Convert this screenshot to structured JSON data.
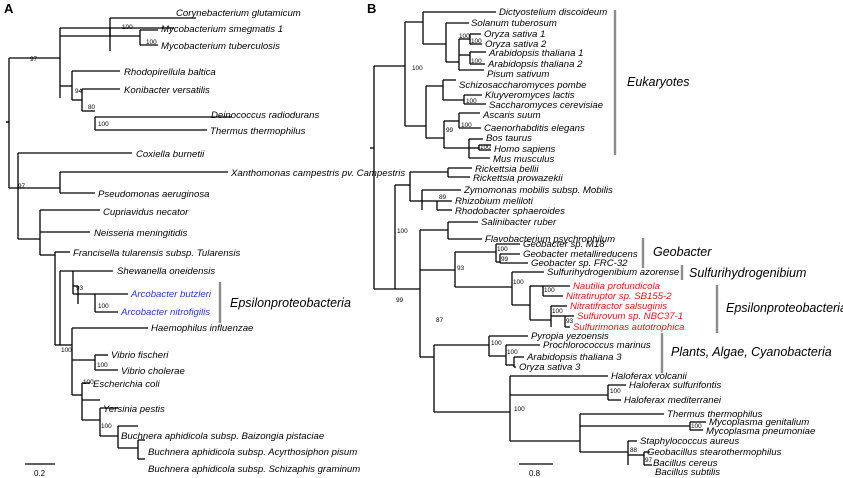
{
  "panels": {
    "a": {
      "label": "A",
      "scale_label": "0.2",
      "group": "Epsilonproteobacteria",
      "taxa": [
        "Corynebacterium glutamicum",
        "Mycobacterium smegmatis 1",
        "Mycobacterium tuberculosis",
        "Rhodopirellula baltica",
        "Konibacter versatilis",
        "Deinococcus radiodurans",
        "Thermus thermophilus",
        "Coxiella burnetii",
        "Xanthomonas campestris pv. Campestris",
        "Pseudomonas aeruginosa",
        "Cupriavidus necator",
        "Neisseria meningitidis",
        "Francisella tularensis subsp. Tularensis",
        "Shewanella oneidensis",
        "Arcobacter butzleri",
        "Arcobacter nitrofigilis",
        "Haemophilus influenzae",
        "Vibrio fischeri",
        "Vibrio cholerae",
        "Escherichia coli",
        "Yersinia pestis",
        "Buchnera aphidicola subsp. Baizongia pistaciae",
        "Buchnera aphidicola subsp. Acyrthosiphon pisum",
        "Buchnera aphidicola subsp. Schizaphis graminum"
      ],
      "support": [
        "100",
        "100",
        "97",
        "94",
        "80",
        "100",
        "97",
        "93",
        "100",
        "100",
        "100",
        "100",
        "100"
      ]
    },
    "b": {
      "label": "B",
      "scale_label": "0.8",
      "groups": [
        "Eukaryotes",
        "Geobacter",
        "Sulfurihydrogenibium",
        "Epsilonproteobacteria",
        "Plants, Algae, Cyanobacteria"
      ],
      "taxa": [
        "Dictyostelium discoideum",
        "Solanum tuberosum",
        "Oryza sativa 1",
        "Oryza sativa 2",
        "Arabidopsis thaliana 1",
        "Arabidopsis thaliana 2",
        "Pisum sativum",
        "Schizosaccharomyces pombe",
        "Kluyveromyces lactis",
        "Saccharomyces cerevisiae",
        "Ascaris suum",
        "Caenorhabditis elegans",
        "Bos taurus",
        "Homo sapiens",
        "Mus musculus",
        "Rickettsia bellii",
        "Rickettsia prowazekii",
        "Zymomonas mobilis subsp. Mobilis",
        "Rhizobium meliloti",
        "Rhodobacter sphaeroides",
        "Salinibacter ruber",
        "Flavobacterium psychrophilum",
        "Geobacter sp. M18",
        "Geobacter metallireducens",
        "Geobacter sp. FRC-32",
        "Sulfurihydrogenibium azorense",
        "Nautilia profundicola",
        "Nitratiruptor sp. SB155-2",
        "Nitratifractor salsuginis",
        "Sulfurovum sp. NBC37-1",
        "Sulfurimonas autotrophica",
        "Pyropia yezoensis",
        "Prochlorococcus marinus",
        "Arabidopsis thaliana 3",
        "Oryza sativa 3",
        "Haloferax volcanii",
        "Haloferax sulfurifontis",
        "Haloferax mediterranei",
        "Thermus thermophilus",
        "Mycoplasma genitalium",
        "Mycoplasma pneumoniae",
        "Staphylococcus aureus",
        "Geobacillus stearothermophilus",
        "Bacillus cereus",
        "Bacillus subtilis"
      ],
      "support": [
        "100",
        "100",
        "100",
        "100",
        "100",
        "100",
        "99",
        "100",
        "89",
        "100",
        "100",
        "99",
        "93",
        "100",
        "100",
        "100",
        "93",
        "100",
        "100",
        "99",
        "87",
        "100",
        "100",
        "100",
        "88",
        "97"
      ]
    }
  },
  "colors": {
    "highlight_blue": "#2b35c8",
    "highlight_red": "#e0161c",
    "group_bar": "#8c8c8c"
  }
}
